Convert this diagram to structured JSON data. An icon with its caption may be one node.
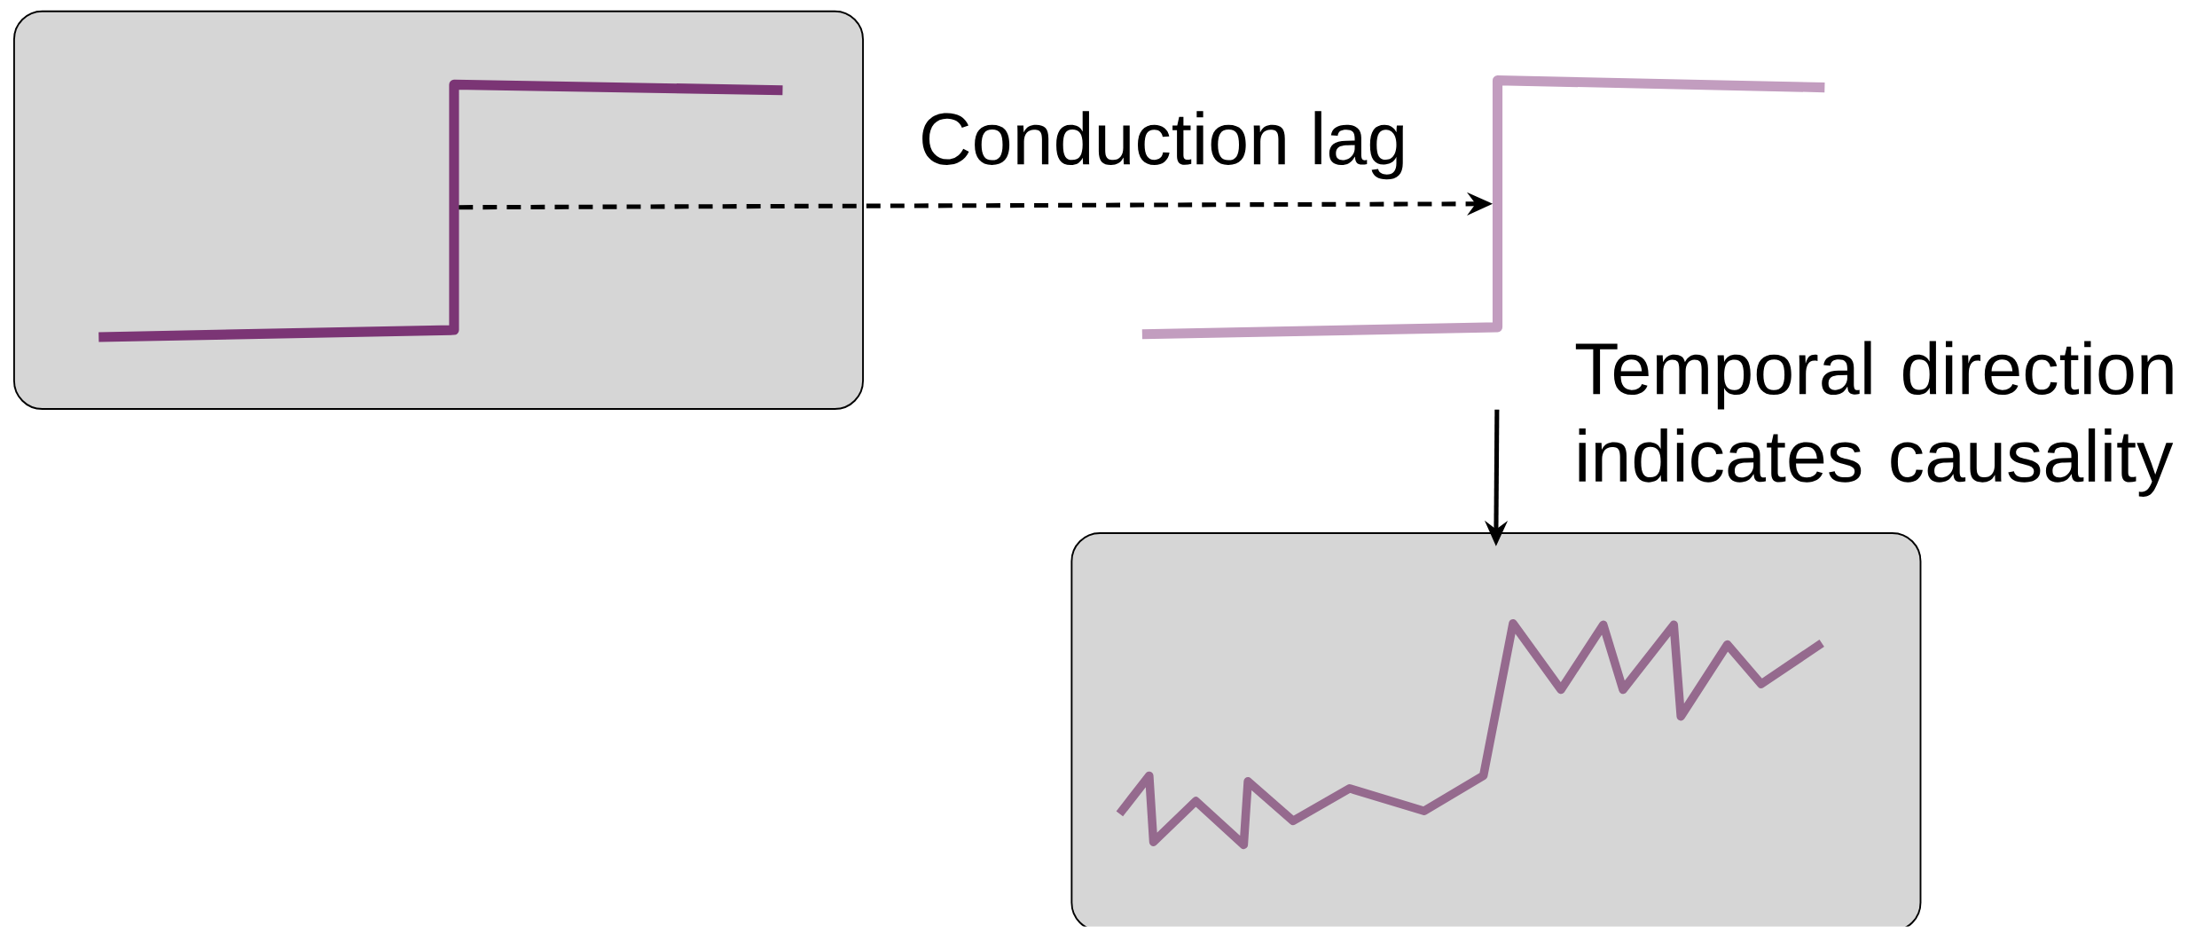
{
  "diagram": {
    "nodes": [
      {
        "text": [],
        "shape": "box"
      },
      {
        "text": [],
        "shape": "picture",
        "in": 0
      },
      {
        "text": [],
        "shape": "picture"
      },
      {
        "text": [],
        "shape": "box"
      }
    ],
    "edges": [
      {
        "from": 1,
        "to": 2,
        "arrow": "to",
        "label": "Conduction lag",
        "style": "dashed"
      },
      {
        "from": 2,
        "to": 3,
        "arrow": "to",
        "label": "Temporal direction indicates causality"
      }
    ]
  }
}
